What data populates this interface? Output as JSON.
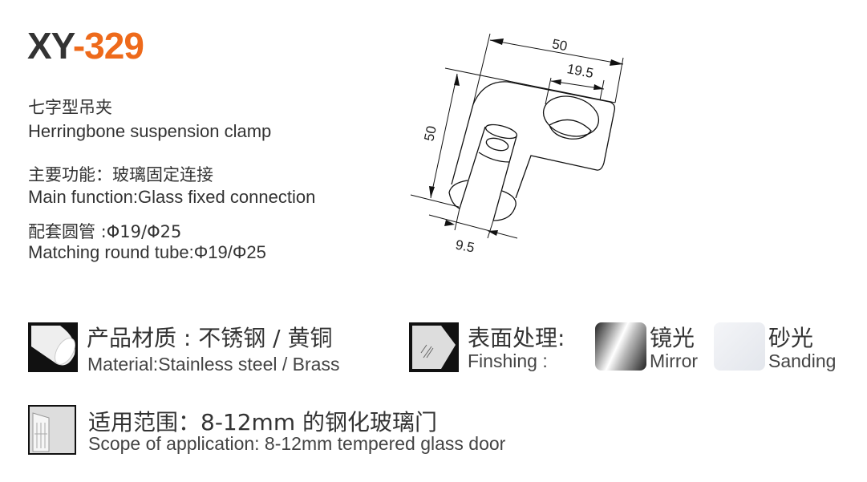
{
  "title": {
    "model_prefix": "XY",
    "model_number": "-329"
  },
  "product": {
    "name_cn": "七字型吊夹",
    "name_en": "Herringbone suspension clamp",
    "function_cn": "主要功能：玻璃固定连接",
    "function_en": "Main function:Glass fixed connection",
    "tube_cn": "配套圆管 :Φ19/Φ25",
    "tube_en": "Matching round tube:Φ19/Φ25"
  },
  "drawing": {
    "dim_width": "50",
    "dim_hole": "19.5",
    "dim_height": "50",
    "dim_post": "9.5"
  },
  "material": {
    "icon": "cylinder-icon",
    "label_cn": "产品材质 : 不锈钢 / 黄铜",
    "label_en": "Material:Stainless steel / Brass"
  },
  "finishing": {
    "icon": "glass-panel-icon",
    "label_cn": "表面处理:",
    "label_en": "Finshing :",
    "options": [
      {
        "label_cn": "镜光",
        "label_en": "Mirror"
      },
      {
        "label_cn": "砂光",
        "label_en": "Sanding"
      }
    ]
  },
  "scope": {
    "icon": "door-icon",
    "label_cn": "适用范围：8-12mm 的钢化玻璃门",
    "label_en": "Scope of application: 8-12mm tempered glass door"
  },
  "colors": {
    "accent": "#ee6a1b",
    "text": "#333333"
  }
}
